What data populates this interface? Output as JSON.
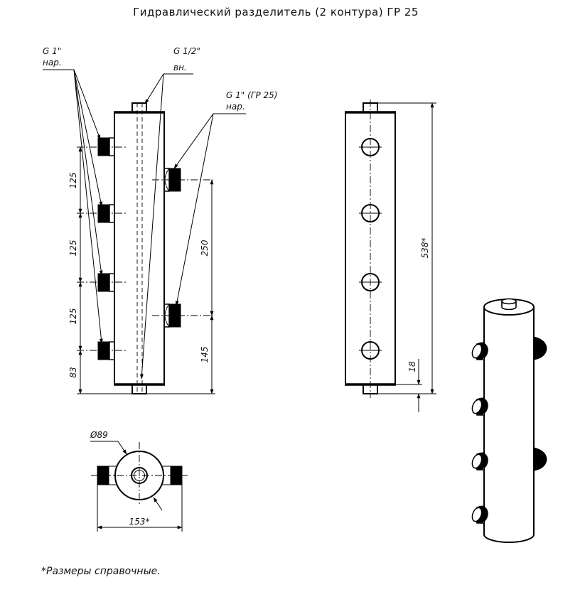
{
  "title": "Гидравлический разделитель (2 контура) ГР 25",
  "labels": {
    "outlet_thread": "G 1\"",
    "outlet_thread_type": "нар.",
    "top_thread": "G 1/2\"",
    "top_thread_type": "вн.",
    "side_thread": "G 1\" (ГР 25)",
    "side_thread_type": "нар."
  },
  "dimensions": {
    "left_spacing_1": "125",
    "left_spacing_2": "125",
    "left_spacing_3": "125",
    "left_bottom": "83",
    "right_spacing": "250",
    "right_bottom": "145",
    "total_height": "538*",
    "side_bottom": "18",
    "diameter": "Ø89",
    "width": "153*"
  },
  "footnote": "*Размеры справочные."
}
